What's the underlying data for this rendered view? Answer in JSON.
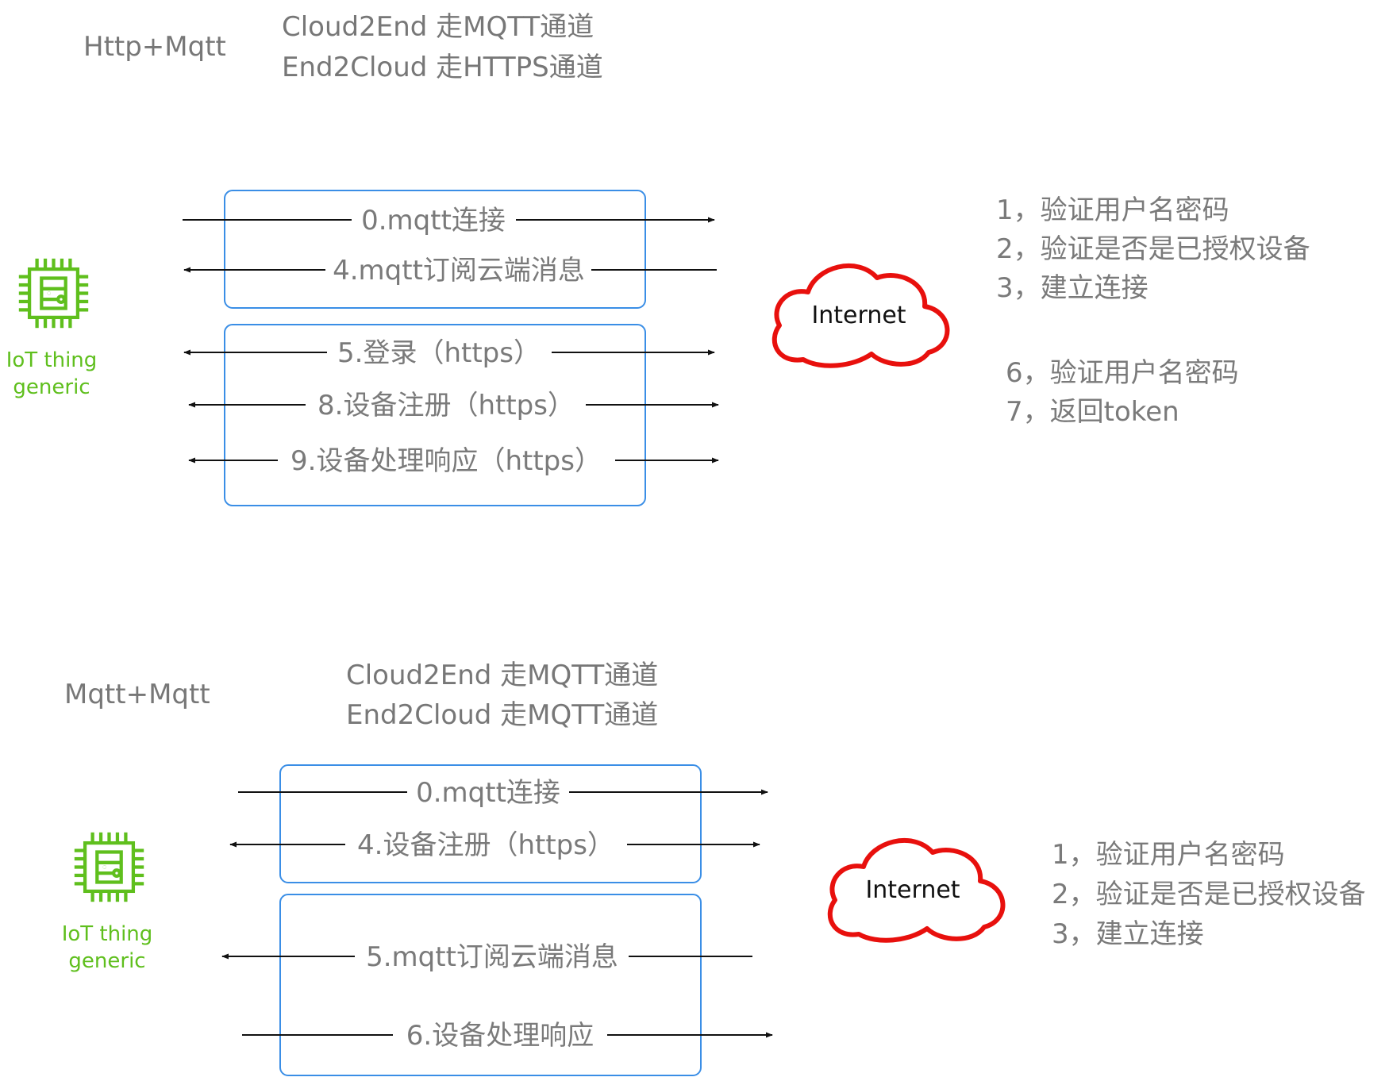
{
  "colors": {
    "box_border": "#3a8ee6",
    "cloud_outline": "#e8100d",
    "chip_green": "#5fbf1d",
    "arrow": "#111111",
    "text_gray": "#7a7a7a"
  },
  "top": {
    "mode_title": "Http+Mqtt",
    "channel_lines": [
      "Cloud2End 走MQTT通道",
      "End2Cloud 走HTTPS通道"
    ],
    "device_label": [
      "IoT thing",
      "generic"
    ],
    "device_icon": "chip-icon",
    "cloud_label": "Internet",
    "arrows": [
      {
        "label": "0.mqtt连接",
        "direction": "to-cloud"
      },
      {
        "label": "4.mqtt订阅云端消息",
        "direction": "to-device"
      },
      {
        "label": "5.登录（https）",
        "direction": "both"
      },
      {
        "label": "8.设备注册（https）",
        "direction": "both"
      },
      {
        "label": "9.设备处理响应（https）",
        "direction": "both"
      }
    ],
    "steps_group_1": [
      "1，验证用户名密码",
      "2，验证是否是已授权设备",
      "3，建立连接"
    ],
    "steps_group_2": [
      "6，验证用户名密码",
      "7，返回token"
    ]
  },
  "bottom": {
    "mode_title": "Mqtt+Mqtt",
    "channel_lines": [
      "Cloud2End 走MQTT通道",
      "End2Cloud 走MQTT通道"
    ],
    "device_label": [
      "IoT thing",
      "generic"
    ],
    "device_icon": "chip-icon",
    "cloud_label": "Internet",
    "arrows": [
      {
        "label": "0.mqtt连接",
        "direction": "to-cloud"
      },
      {
        "label": "4.设备注册（https）",
        "direction": "both"
      },
      {
        "label": "5.mqtt订阅云端消息",
        "direction": "to-device"
      },
      {
        "label": "6.设备处理响应",
        "direction": "to-cloud"
      }
    ],
    "steps_group_1": [
      "1，验证用户名密码",
      "2，验证是否是已授权设备",
      "3，建立连接"
    ]
  }
}
